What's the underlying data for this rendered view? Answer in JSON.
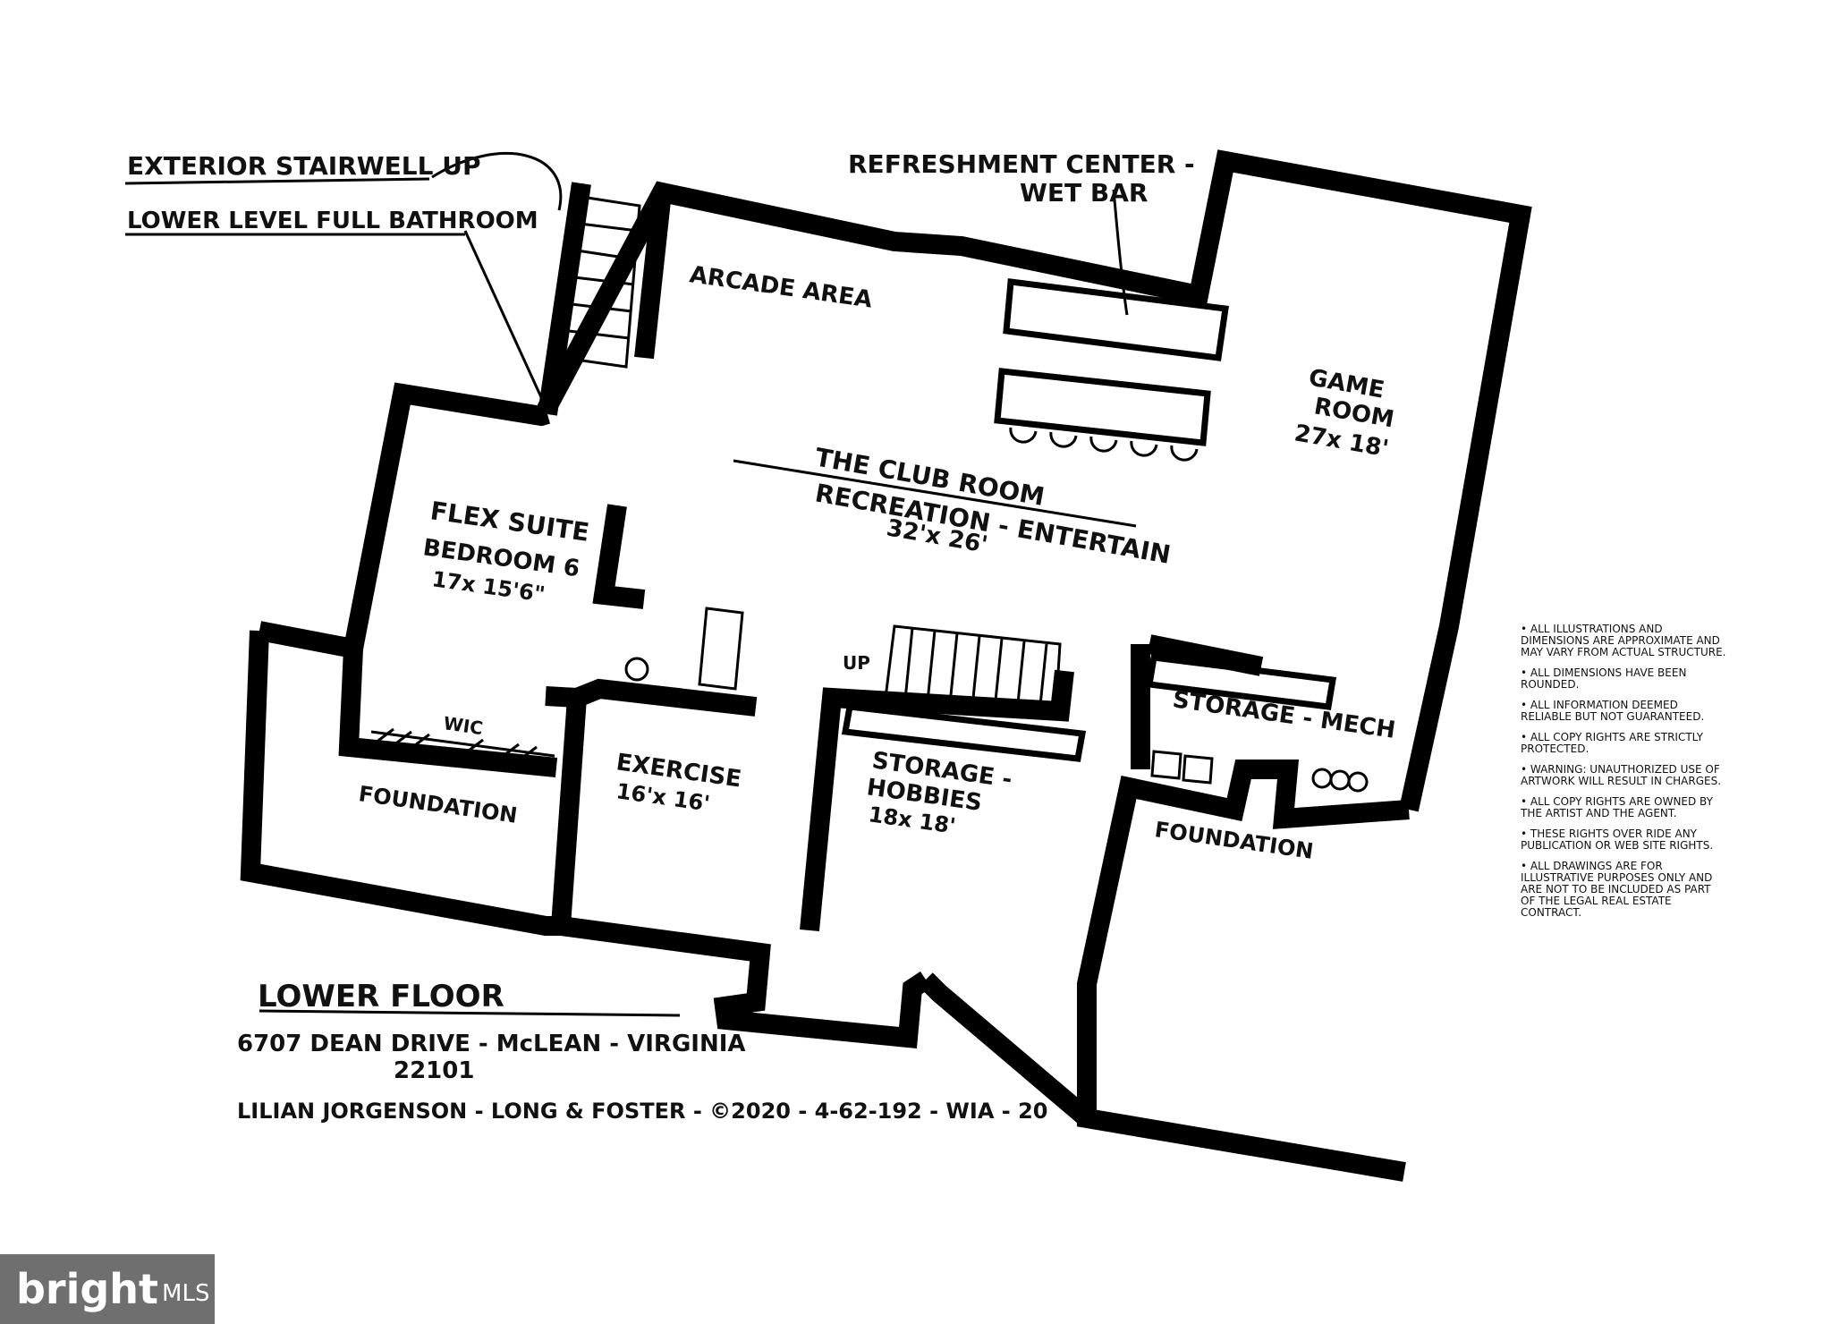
{
  "labels": {
    "exterior_stairwell": "EXTERIOR STAIRWELL UP",
    "lower_level_bath": "LOWER LEVEL FULL BATHROOM",
    "refreshment_center": "REFRESHMENT CENTER -",
    "wet_bar": "WET BAR",
    "arcade_area": "ARCADE AREA",
    "game_room_line1": "GAME",
    "game_room_line2": "ROOM",
    "game_room_dim": "27x 18'",
    "club_room_line1": "THE CLUB ROOM",
    "club_room_line2": "RECREATION - ENTERTAIN",
    "club_room_dim": "32'x 26'",
    "flex_suite": "FLEX SUITE",
    "bedroom_6": "BEDROOM 6",
    "bedroom_6_dim": "17x 15'6\"",
    "wic": "WIC",
    "foundation_left": "FOUNDATION",
    "exercise": "EXERCISE",
    "exercise_dim": "16'x 16'",
    "up": "UP",
    "storage_hobbies_line1": "STORAGE -",
    "storage_hobbies_line2": "HOBBIES",
    "storage_hobbies_dim": "18x 18'",
    "storage_mech": "STORAGE - MECH",
    "foundation_right": "FOUNDATION"
  },
  "title_block": {
    "title": "LOWER FLOOR",
    "address": "6707 DEAN DRIVE - McLEAN - VIRGINIA",
    "zip": "22101",
    "credit": "LILIAN JORGENSON - LONG & FOSTER - ©2020 - 4-62-192 - WIA - 20"
  },
  "disclaimers": [
    "• All illustrations and dimensions are approximate and may vary from actual structure.",
    "• All dimensions have been rounded.",
    "• All information deemed reliable but not guaranteed.",
    "• All copy rights are strictly protected.",
    "• Warning: unauthorized use of artwork will result in charges.",
    "• All copy rights are owned by the artist and the agent.",
    "• These rights over ride any publication or web site rights.",
    "• All drawings are for illustrative purposes only and are not to be included as part of the legal real estate contract."
  ],
  "watermark": {
    "brand": "bright",
    "suffix": "MLS"
  }
}
